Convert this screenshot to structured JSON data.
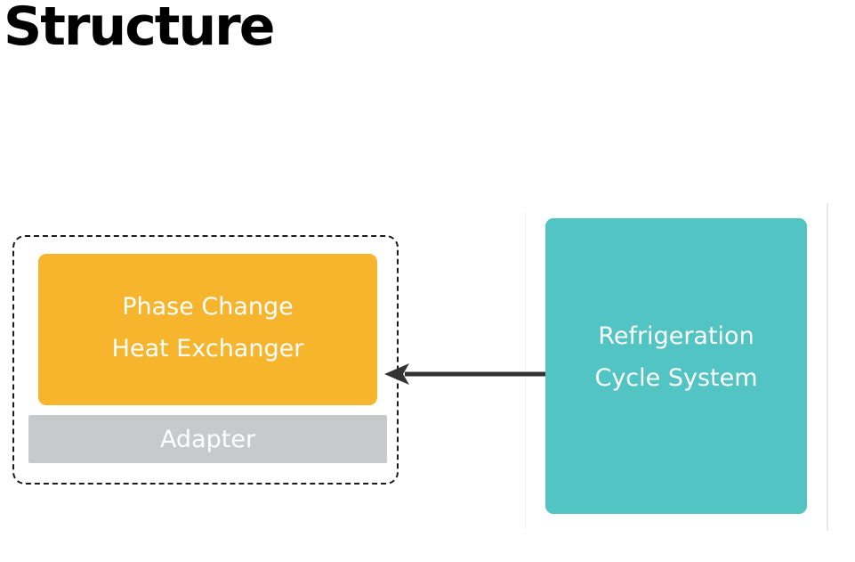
{
  "title": "Structure",
  "nodes": {
    "heat_exchanger": {
      "lines": [
        "Phase Change",
        "Heat Exchanger"
      ],
      "color": "#f6b52d"
    },
    "adapter": {
      "label": "Adapter",
      "color": "#c8c9ca"
    },
    "refrigeration": {
      "lines": [
        "Refrigeration",
        "Cycle System"
      ],
      "color": "#52c4c3"
    }
  },
  "edges": [
    {
      "from": "refrigeration",
      "to": "heat_exchanger",
      "style": "solid-arrow",
      "color": "#333333"
    }
  ],
  "group": {
    "members": [
      "heat_exchanger",
      "adapter"
    ],
    "border": "dashed"
  }
}
